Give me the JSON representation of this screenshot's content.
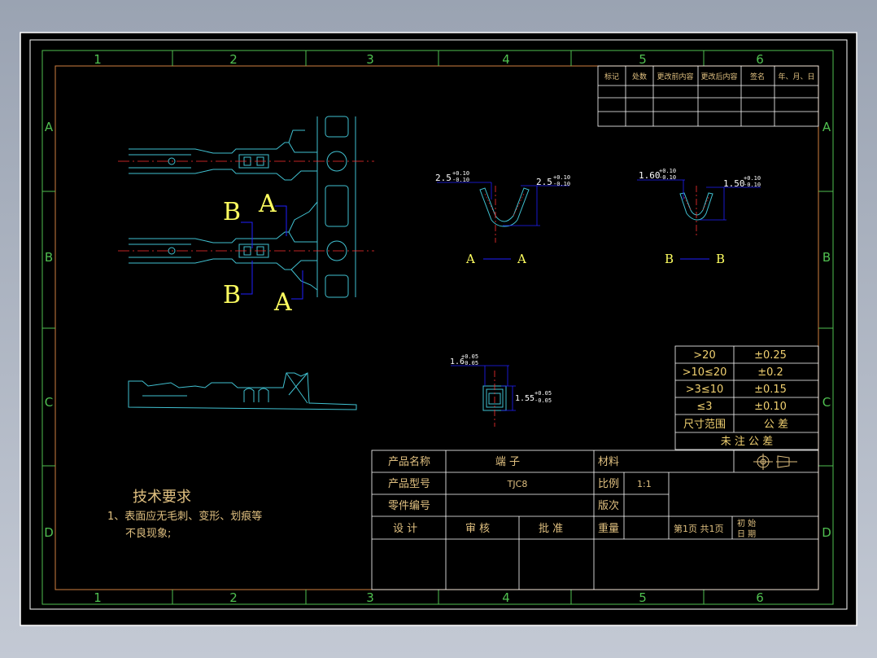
{
  "colors": {
    "frame": "#50c050",
    "border": "#ffffff",
    "drawing": "#40c0d0",
    "center_line": "#ff3030",
    "dimension": "#2020ff",
    "label": "#ffff60",
    "text": "#e0c080",
    "tolerance_text": "#f0d070"
  },
  "zones": {
    "columns": [
      "1",
      "2",
      "3",
      "4",
      "5",
      "6"
    ],
    "rows": [
      "A",
      "B",
      "C",
      "D"
    ]
  },
  "revision_table": {
    "headers": [
      "标记",
      "处数",
      "更改前内容",
      "更改后内容",
      "签名",
      "年、月、日"
    ]
  },
  "section_labels": {
    "main_b_top": "B",
    "main_a_top": "A",
    "main_b_bottom": "B",
    "main_a_bottom": "A",
    "aa_left": "A",
    "aa_right": "A",
    "bb_left": "B",
    "bb_right": "B"
  },
  "dimensions": {
    "aa_left": {
      "value": "2.5",
      "upper": "+0.10",
      "lower": "-0.10"
    },
    "aa_right": {
      "value": "2.5",
      "upper": "+0.10",
      "lower": "-0.10"
    },
    "bb_left": {
      "value": "1.60",
      "upper": "+0.10",
      "lower": "-0.10"
    },
    "bb_right": {
      "value": "1.50",
      "upper": "+0.10",
      "lower": "-0.10"
    },
    "small_left": {
      "value": "1.6",
      "upper": "+0.05",
      "lower": "-0.05"
    },
    "small_right": {
      "value": "1.55",
      "upper": "+0.05",
      "lower": "-0.05"
    }
  },
  "tolerance_table": {
    "rows": [
      {
        "range": ">20",
        "tol": "±0.25"
      },
      {
        "range": ">10≤20",
        "tol": "±0.2"
      },
      {
        "range": ">3≤10",
        "tol": "±0.15"
      },
      {
        "range": "≤3",
        "tol": "±0.10"
      }
    ],
    "header_range": "尺寸范围",
    "header_tol": "公   差",
    "footer": "未  注  公  差"
  },
  "tech_requirements": {
    "title": "技术要求",
    "line1": "1、表面应无毛刺、变形、划痕等",
    "line2": "不良现象;"
  },
  "title_block": {
    "product_name_label": "产品名称",
    "product_name": "端 子",
    "material_label": "材料",
    "product_model_label": "产品型号",
    "product_model": "TJC8",
    "scale_label": "比例",
    "scale": "1:1",
    "part_no_label": "零件编号",
    "version_label": "版次",
    "design_label": "设  计",
    "review_label": "审  核",
    "approve_label": "批  准",
    "weight_label": "重量",
    "page_info": "第1页 共1页",
    "initial_label_1": "初 始",
    "initial_label_2": "日 期"
  }
}
